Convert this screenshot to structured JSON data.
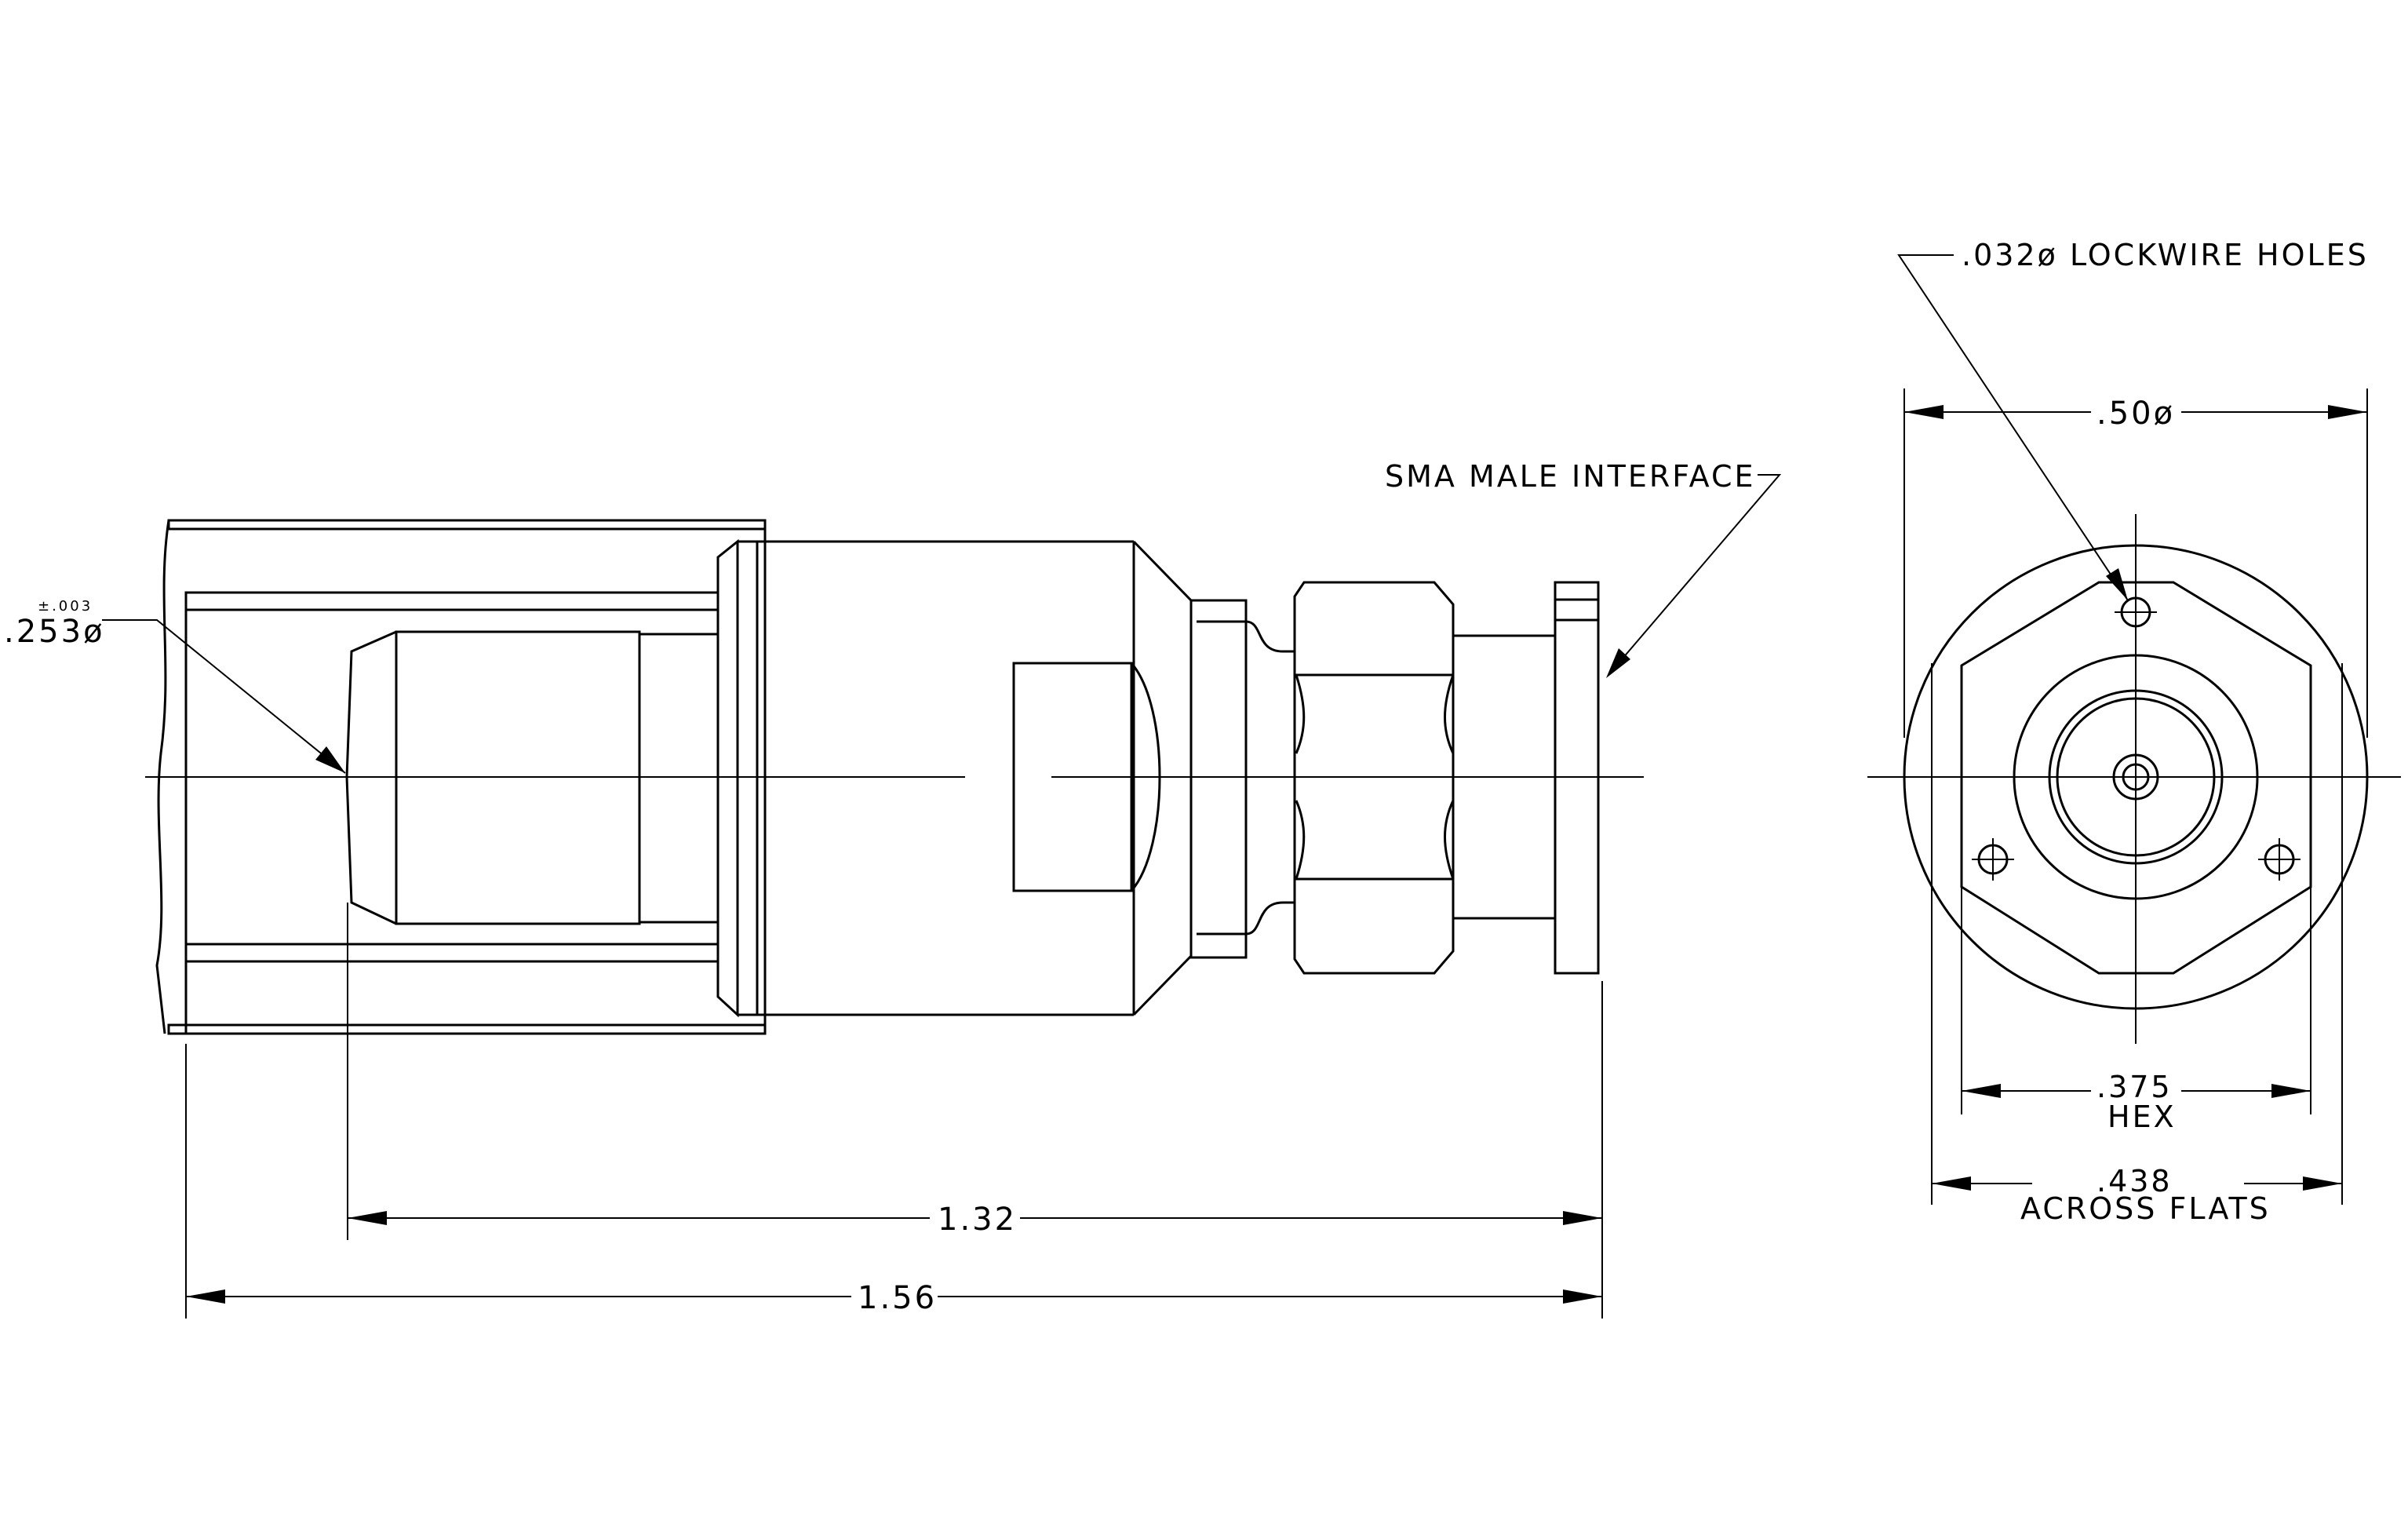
{
  "labels": {
    "diameter_tol": "±.003",
    "diameter": ".253ø",
    "sma_interface": "SMA MALE INTERFACE",
    "lockwire": ".032ø LOCKWIRE HOLES",
    "outer_dia": ".50ø",
    "hex_value": ".375",
    "hex_text": "HEX",
    "flats_value": ".438",
    "flats_text": "ACROSS FLATS",
    "len_inner": "1.32",
    "len_overall": "1.56"
  }
}
